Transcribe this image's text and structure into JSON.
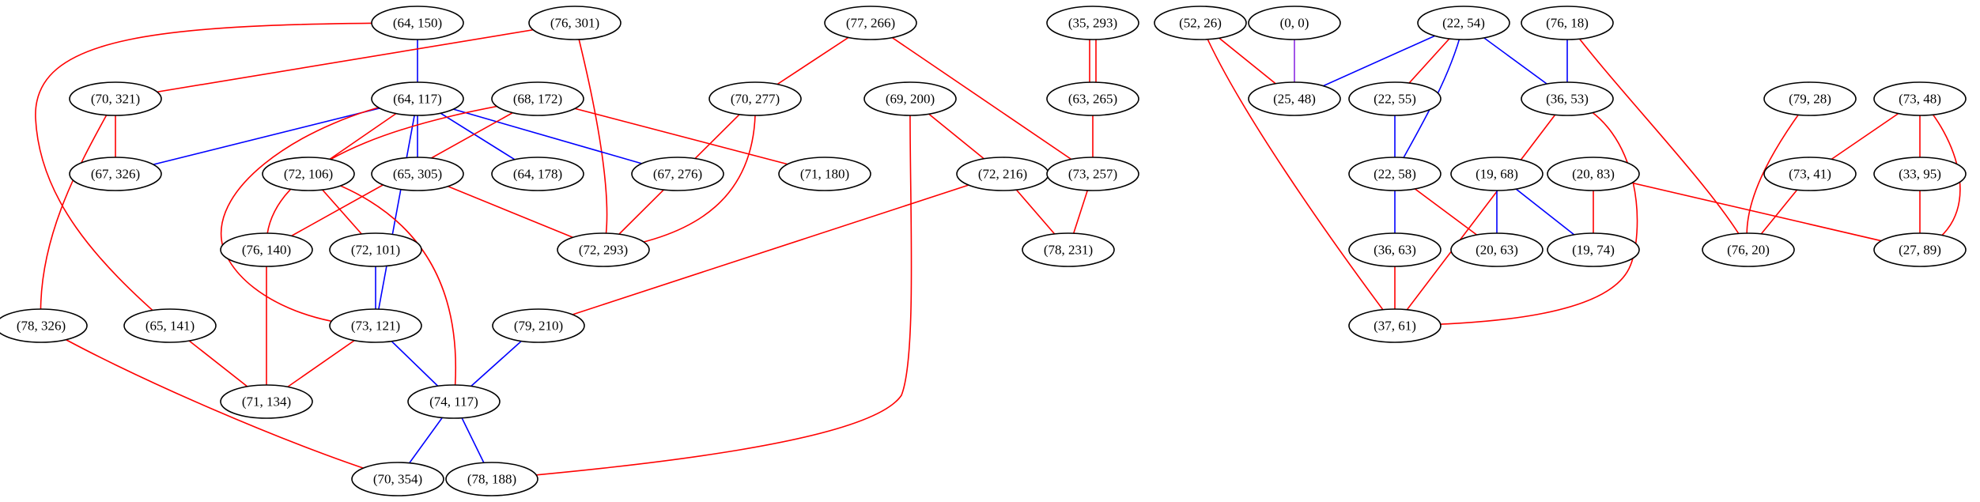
{
  "colors": {
    "red": "#ff0000",
    "blue": "#0000ff",
    "purple": "#8a2be2",
    "node_stroke": "#000000"
  },
  "nodes": [
    {
      "id": "n64_150",
      "label": "(64, 150)"
    },
    {
      "id": "n76_301",
      "label": "(76, 301)"
    },
    {
      "id": "n77_266",
      "label": "(77, 266)"
    },
    {
      "id": "n35_293",
      "label": "(35, 293)"
    },
    {
      "id": "n52_26",
      "label": "(52, 26)"
    },
    {
      "id": "n0_0",
      "label": "(0, 0)"
    },
    {
      "id": "n22_54",
      "label": "(22, 54)"
    },
    {
      "id": "n76_18",
      "label": "(76, 18)"
    },
    {
      "id": "n70_321",
      "label": "(70, 321)"
    },
    {
      "id": "n64_117",
      "label": "(64, 117)"
    },
    {
      "id": "n68_172",
      "label": "(68, 172)"
    },
    {
      "id": "n70_277",
      "label": "(70, 277)"
    },
    {
      "id": "n69_200",
      "label": "(69, 200)"
    },
    {
      "id": "n63_265",
      "label": "(63, 265)"
    },
    {
      "id": "n25_48",
      "label": "(25, 48)"
    },
    {
      "id": "n22_55",
      "label": "(22, 55)"
    },
    {
      "id": "n36_53",
      "label": "(36, 53)"
    },
    {
      "id": "n79_28",
      "label": "(79, 28)"
    },
    {
      "id": "n73_48",
      "label": "(73, 48)"
    },
    {
      "id": "n67_326",
      "label": "(67, 326)"
    },
    {
      "id": "n72_106",
      "label": "(72, 106)"
    },
    {
      "id": "n65_305",
      "label": "(65, 305)"
    },
    {
      "id": "n64_178",
      "label": "(64, 178)"
    },
    {
      "id": "n67_276",
      "label": "(67, 276)"
    },
    {
      "id": "n71_180",
      "label": "(71, 180)"
    },
    {
      "id": "n72_216",
      "label": "(72, 216)"
    },
    {
      "id": "n73_257",
      "label": "(73, 257)"
    },
    {
      "id": "n22_58",
      "label": "(22, 58)"
    },
    {
      "id": "n19_68",
      "label": "(19, 68)"
    },
    {
      "id": "n20_83",
      "label": "(20, 83)"
    },
    {
      "id": "n73_41",
      "label": "(73, 41)"
    },
    {
      "id": "n33_95",
      "label": "(33, 95)"
    },
    {
      "id": "n76_140",
      "label": "(76, 140)"
    },
    {
      "id": "n72_101",
      "label": "(72, 101)"
    },
    {
      "id": "n72_293",
      "label": "(72, 293)"
    },
    {
      "id": "n78_231",
      "label": "(78, 231)"
    },
    {
      "id": "n36_63",
      "label": "(36, 63)"
    },
    {
      "id": "n20_63",
      "label": "(20, 63)"
    },
    {
      "id": "n19_74",
      "label": "(19, 74)"
    },
    {
      "id": "n76_20",
      "label": "(76, 20)"
    },
    {
      "id": "n27_89",
      "label": "(27, 89)"
    },
    {
      "id": "n78_326",
      "label": "(78, 326)"
    },
    {
      "id": "n65_141",
      "label": "(65, 141)"
    },
    {
      "id": "n73_121",
      "label": "(73, 121)"
    },
    {
      "id": "n79_210",
      "label": "(79, 210)"
    },
    {
      "id": "n37_61",
      "label": "(37, 61)"
    },
    {
      "id": "n71_134",
      "label": "(71, 134)"
    },
    {
      "id": "n74_117",
      "label": "(74, 117)"
    },
    {
      "id": "n70_354",
      "label": "(70, 354)"
    },
    {
      "id": "n78_188",
      "label": "(78, 188)"
    }
  ],
  "edges": [
    {
      "from": "n64_150",
      "to": "n64_117",
      "color": "blue"
    },
    {
      "from": "n64_150",
      "to": "n65_141",
      "color": "red"
    },
    {
      "from": "n76_301",
      "to": "n70_321",
      "color": "red"
    },
    {
      "from": "n76_301",
      "to": "n72_293",
      "color": "red"
    },
    {
      "from": "n77_266",
      "to": "n70_277",
      "color": "red"
    },
    {
      "from": "n77_266",
      "to": "n73_257",
      "color": "red"
    },
    {
      "from": "n35_293",
      "to": "n63_265",
      "color": "red"
    },
    {
      "from": "n35_293",
      "to": "n63_265",
      "color": "red"
    },
    {
      "from": "n52_26",
      "to": "n25_48",
      "color": "red"
    },
    {
      "from": "n52_26",
      "to": "n37_61",
      "color": "red"
    },
    {
      "from": "n0_0",
      "to": "n25_48",
      "color": "purple"
    },
    {
      "from": "n22_54",
      "to": "n25_48",
      "color": "blue"
    },
    {
      "from": "n22_54",
      "to": "n22_55",
      "color": "red"
    },
    {
      "from": "n22_54",
      "to": "n36_53",
      "color": "blue"
    },
    {
      "from": "n22_54",
      "to": "n22_58",
      "color": "blue"
    },
    {
      "from": "n76_18",
      "to": "n36_53",
      "color": "blue"
    },
    {
      "from": "n76_18",
      "to": "n76_20",
      "color": "red"
    },
    {
      "from": "n70_321",
      "to": "n67_326",
      "color": "red"
    },
    {
      "from": "n70_321",
      "to": "n78_326",
      "color": "red"
    },
    {
      "from": "n64_117",
      "to": "n67_326",
      "color": "blue"
    },
    {
      "from": "n64_117",
      "to": "n72_106",
      "color": "red"
    },
    {
      "from": "n64_117",
      "to": "n65_305",
      "color": "blue"
    },
    {
      "from": "n64_117",
      "to": "n64_178",
      "color": "blue"
    },
    {
      "from": "n64_117",
      "to": "n67_276",
      "color": "blue"
    },
    {
      "from": "n64_117",
      "to": "n73_121",
      "color": "blue"
    },
    {
      "from": "n68_172",
      "to": "n64_178",
      "color": "red"
    },
    {
      "from": "n68_172",
      "to": "n71_180",
      "color": "red"
    },
    {
      "from": "n68_172",
      "to": "n76_140",
      "color": "red"
    },
    {
      "from": "n70_277",
      "to": "n67_276",
      "color": "red"
    },
    {
      "from": "n70_277",
      "to": "n72_293",
      "color": "red"
    },
    {
      "from": "n69_200",
      "to": "n71_180",
      "color": "red"
    },
    {
      "from": "n69_200",
      "to": "n72_216",
      "color": "red"
    },
    {
      "from": "n69_200",
      "to": "n78_188",
      "color": "red"
    },
    {
      "from": "n63_265",
      "to": "n73_257",
      "color": "red"
    },
    {
      "from": "n22_55",
      "to": "n22_58",
      "color": "blue"
    },
    {
      "from": "n36_53",
      "to": "n37_61",
      "color": "red"
    },
    {
      "from": "n79_28",
      "to": "n73_41",
      "color": "red"
    },
    {
      "from": "n79_28",
      "to": "n76_20",
      "color": "red"
    },
    {
      "from": "n73_48",
      "to": "n73_41",
      "color": "red"
    },
    {
      "from": "n73_48",
      "to": "n33_95",
      "color": "red"
    },
    {
      "from": "n73_48",
      "to": "n27_89",
      "color": "red"
    },
    {
      "from": "n72_106",
      "to": "n72_101",
      "color": "red"
    },
    {
      "from": "n72_106",
      "to": "n74_117",
      "color": "red"
    },
    {
      "from": "n65_305",
      "to": "n72_293",
      "color": "red"
    },
    {
      "from": "n72_216",
      "to": "n78_231",
      "color": "red"
    },
    {
      "from": "n72_216",
      "to": "n79_210",
      "color": "red"
    },
    {
      "from": "n73_257",
      "to": "n78_231",
      "color": "red"
    },
    {
      "from": "n22_58",
      "to": "n36_63",
      "color": "blue"
    },
    {
      "from": "n22_58",
      "to": "n20_63",
      "color": "red"
    },
    {
      "from": "n19_68",
      "to": "n20_63",
      "color": "blue"
    },
    {
      "from": "n19_68",
      "to": "n19_74",
      "color": "blue"
    },
    {
      "from": "n20_83",
      "to": "n19_74",
      "color": "red"
    },
    {
      "from": "n20_83",
      "to": "n27_89",
      "color": "red"
    },
    {
      "from": "n73_41",
      "to": "n76_20",
      "color": "red"
    },
    {
      "from": "n33_95",
      "to": "n27_89",
      "color": "red"
    },
    {
      "from": "n76_140",
      "to": "n71_134",
      "color": "red"
    },
    {
      "from": "n72_101",
      "to": "n73_121",
      "color": "blue"
    },
    {
      "from": "n36_63",
      "to": "n37_61",
      "color": "red"
    },
    {
      "from": "n78_326",
      "to": "n70_354",
      "color": "red"
    },
    {
      "from": "n65_141",
      "to": "n71_134",
      "color": "red"
    },
    {
      "from": "n73_121",
      "to": "n71_134",
      "color": "red"
    },
    {
      "from": "n73_121",
      "to": "n74_117",
      "color": "blue"
    },
    {
      "from": "n79_210",
      "to": "n74_117",
      "color": "blue"
    },
    {
      "from": "n74_117",
      "to": "n70_354",
      "color": "blue"
    },
    {
      "from": "n74_117",
      "to": "n78_188",
      "color": "blue"
    }
  ]
}
